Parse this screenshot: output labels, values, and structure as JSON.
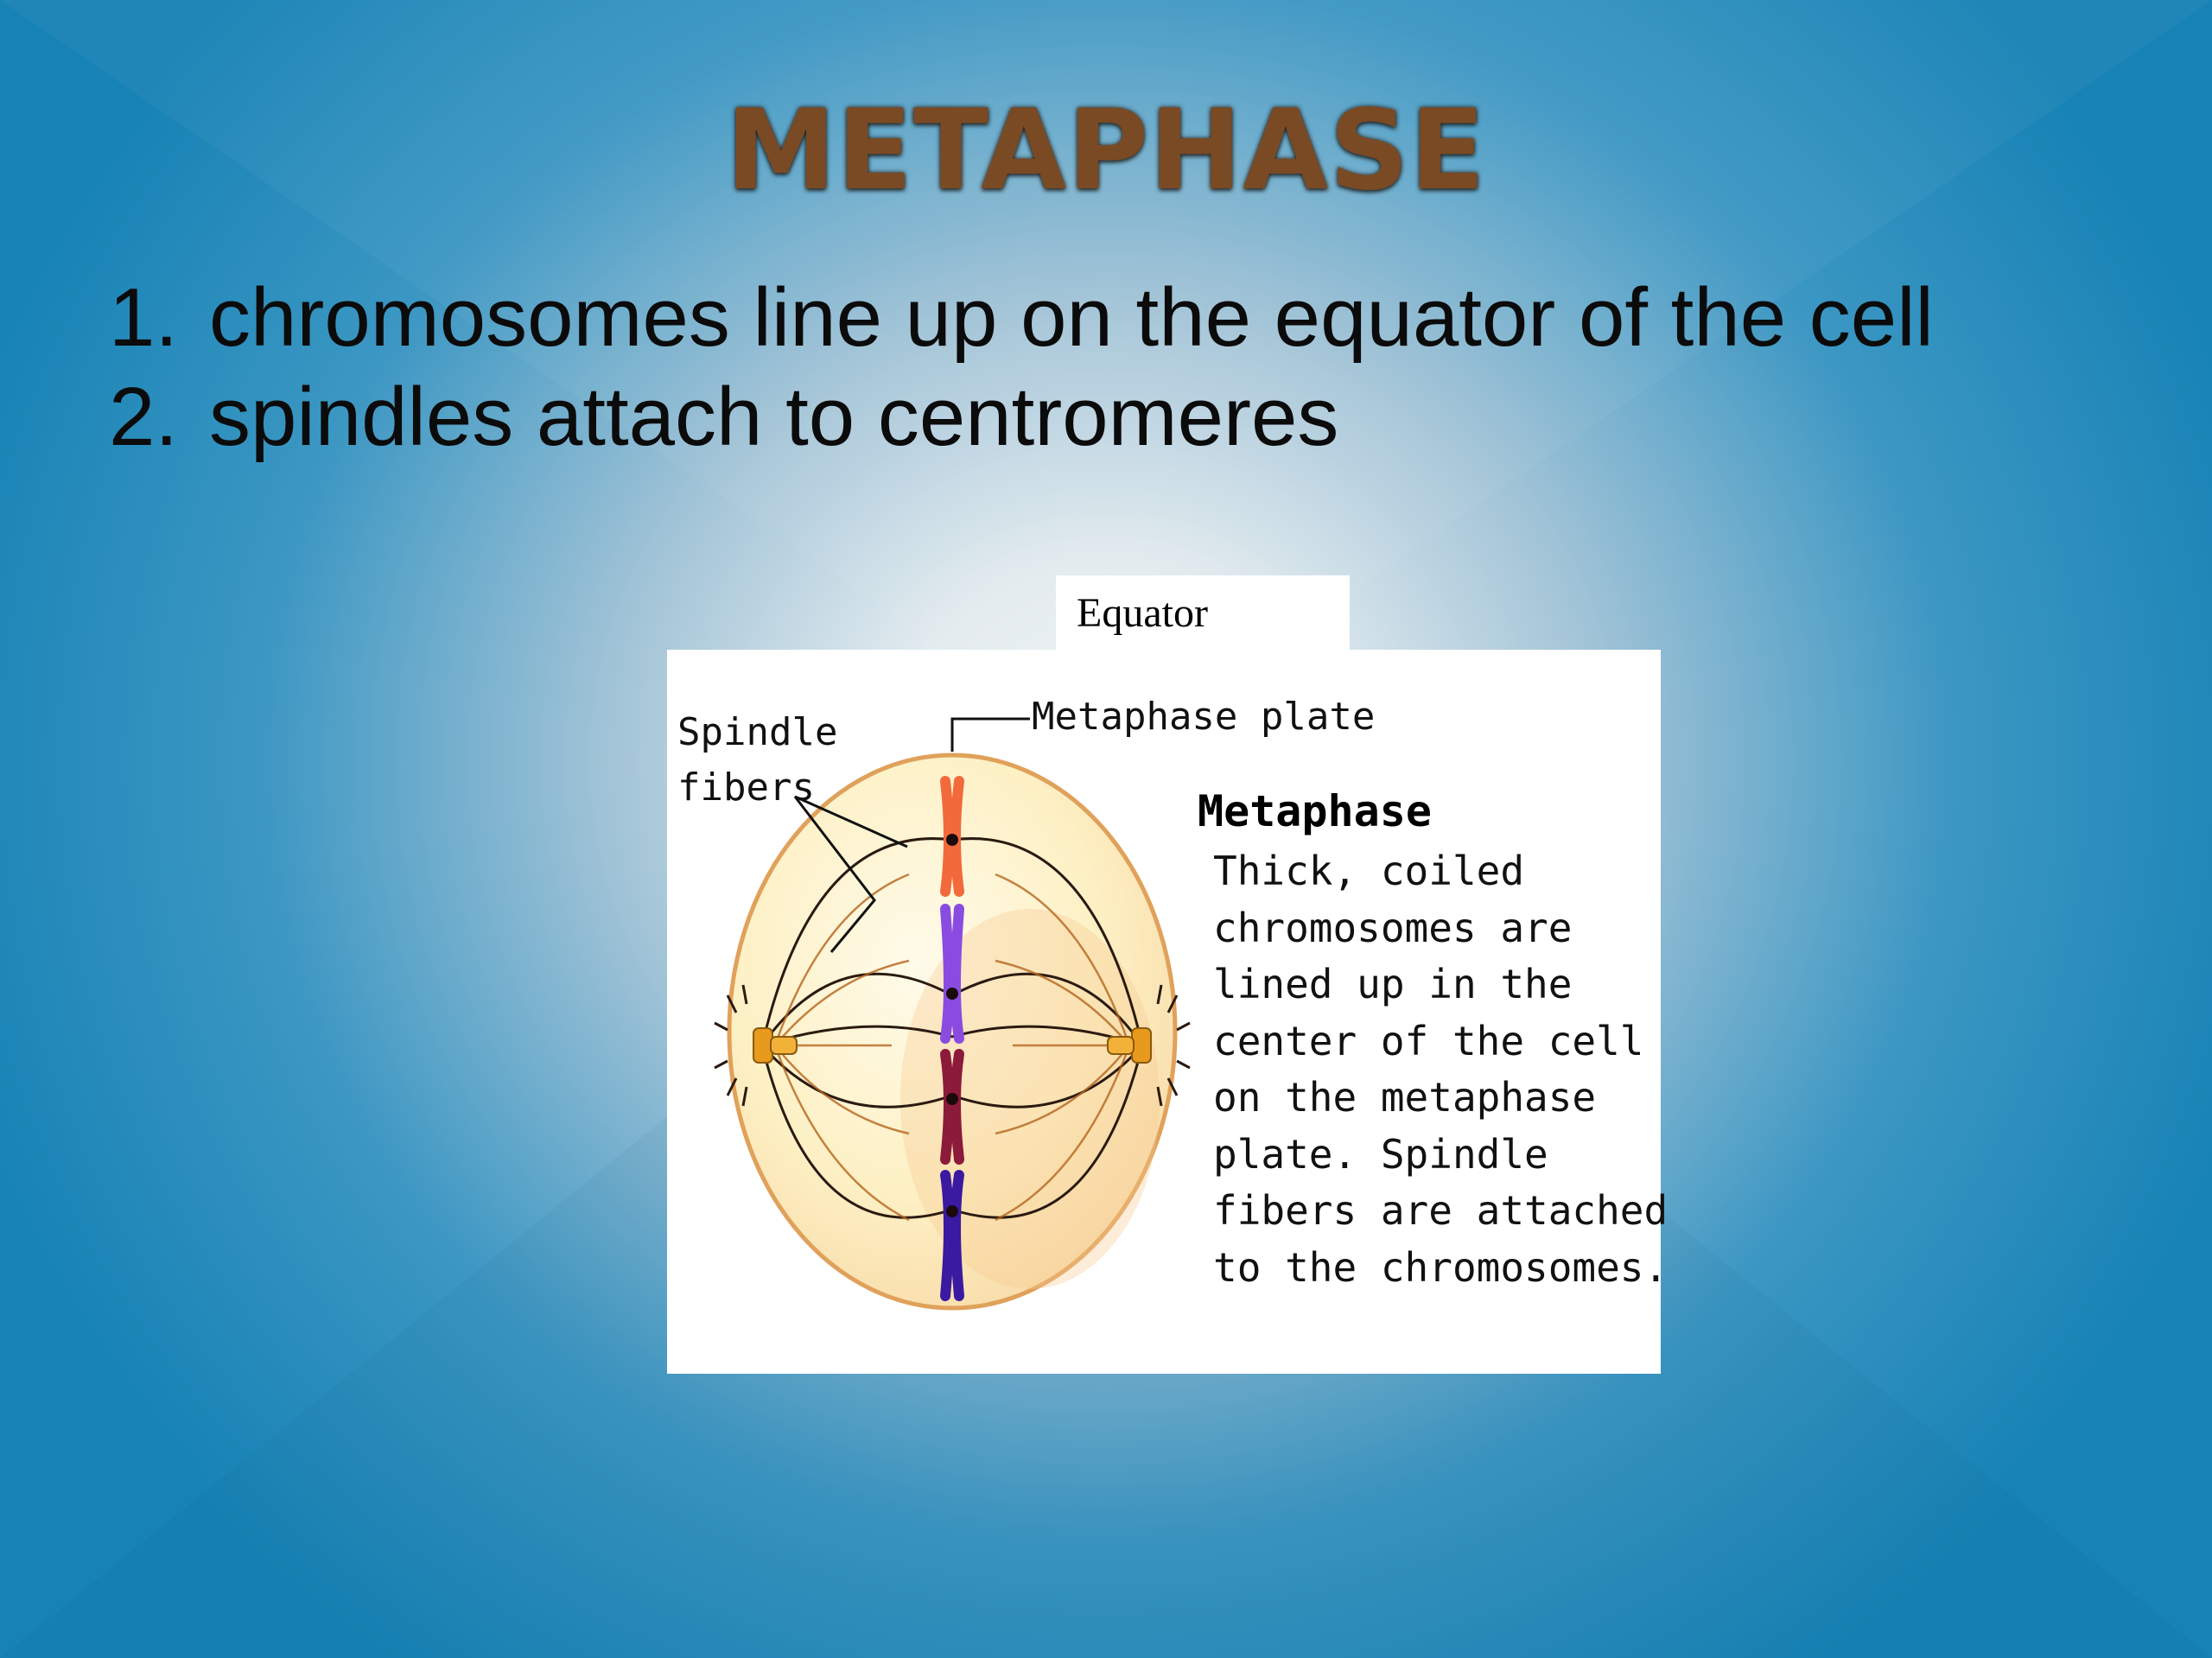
{
  "slide": {
    "title": "METAPHASE",
    "bullets": [
      {
        "num": "1.",
        "text": "chromosomes line up on the equator of the cell"
      },
      {
        "num": "2.",
        "text": "spindles attach to centromeres"
      }
    ],
    "colors": {
      "background_edge": "#1a86b8",
      "background_center": "#f2f4f4",
      "title": "#7a4a24"
    }
  },
  "figure": {
    "equator_label": "Equator",
    "spindle_label_line1": "Spindle",
    "spindle_label_line2": "fibers",
    "plate_label": "Metaphase plate",
    "heading": "Metaphase",
    "description_lines": [
      "Thick, coiled",
      "chromosomes are",
      "lined up in the",
      "center of the cell",
      "on the metaphase",
      "plate.  Spindle",
      "fibers are attached",
      "to the chromosomes."
    ],
    "chromosome_colors": [
      "#f26a3b",
      "#8a4ce0",
      "#8c1a3a",
      "#3a1aa0"
    ],
    "cell_colors": {
      "fill": "#fdf3c8",
      "rim": "#e8a65a",
      "centriole": "#e89a1c"
    }
  }
}
